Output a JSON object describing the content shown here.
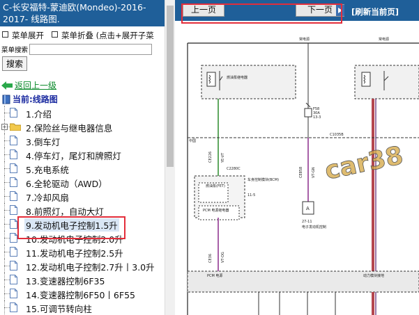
{
  "sidebar": {
    "title": "C-长安福特-蒙迪欧(Mondeo)-2016-2017- 线路图.",
    "menu_expand": "菜单展开",
    "menu_collapse": "菜单折叠 (点击+展开子菜",
    "search_label": "菜单搜索",
    "search_value": "",
    "search_button": "搜索",
    "back_link": "返回上一级",
    "current": "当前:线路图",
    "items": [
      {
        "label": "1.介绍",
        "type": "doc"
      },
      {
        "label": "2.保险丝与继电器信息",
        "type": "folder"
      },
      {
        "label": "3.倒车灯",
        "type": "doc"
      },
      {
        "label": "4.停车灯，尾灯和牌照灯",
        "type": "doc"
      },
      {
        "label": "5.充电系统",
        "type": "doc"
      },
      {
        "label": "6.全轮驱动（AWD）",
        "type": "doc"
      },
      {
        "label": "7.冷却风扇",
        "type": "doc"
      },
      {
        "label": "8.前照灯，自动大灯",
        "type": "doc"
      },
      {
        "label": "9.发动机电子控制1.5升",
        "type": "doc",
        "selected": true
      },
      {
        "label": "10.发动机电子控制2.0升",
        "type": "doc"
      },
      {
        "label": "11.发动机电子控制2.5升",
        "type": "doc"
      },
      {
        "label": "12.发动机电子控制2.7升丨3.0升",
        "type": "doc"
      },
      {
        "label": "13.变速器控制6F35",
        "type": "doc"
      },
      {
        "label": "14.变速器控制6F50丨6F55",
        "type": "doc"
      },
      {
        "label": "15.可调节转向柱",
        "type": "doc"
      }
    ]
  },
  "toolbar": {
    "prev_label": "上一页",
    "next_label": "下一页",
    "refresh_label": "[刷新当前页]"
  },
  "diagram_text": {
    "power_left": "常电源",
    "power_right": "常电源",
    "relay_left": "燃油泵继电器",
    "fuse_label": "F58",
    "fuse_amp": "30A",
    "fuse_loc": "13-3",
    "region": "中国",
    "conn_c1035b": "C1035B",
    "conn_ce226": "CE226",
    "wire_ye_vt": "YE-VT",
    "conn_c2280c": "C2280C",
    "bcm_title": "车身控制模块(BCM)",
    "bcm_id": "11-5",
    "fet": "燃油泵(FET)",
    "pcm_box": "PCM 电源继电器",
    "conn_ce858": "CE858",
    "wire_vt_gn": "VT-GN",
    "sensor_a": "A",
    "sensor_id": "27-11",
    "sensor_label": "电子发动机控制",
    "pcm_bottom": "PCM 电源",
    "module_right": "动力模块接地",
    "wire_vt_og": "VT-OG",
    "conn_ce36": "CE36",
    "watermark": "car38"
  },
  "colors": {
    "header_blue": "#1f5f99",
    "highlight_red": "#e32d3a",
    "selected_bg": "#d9e6f5",
    "back_green": "#0a8a2a"
  }
}
